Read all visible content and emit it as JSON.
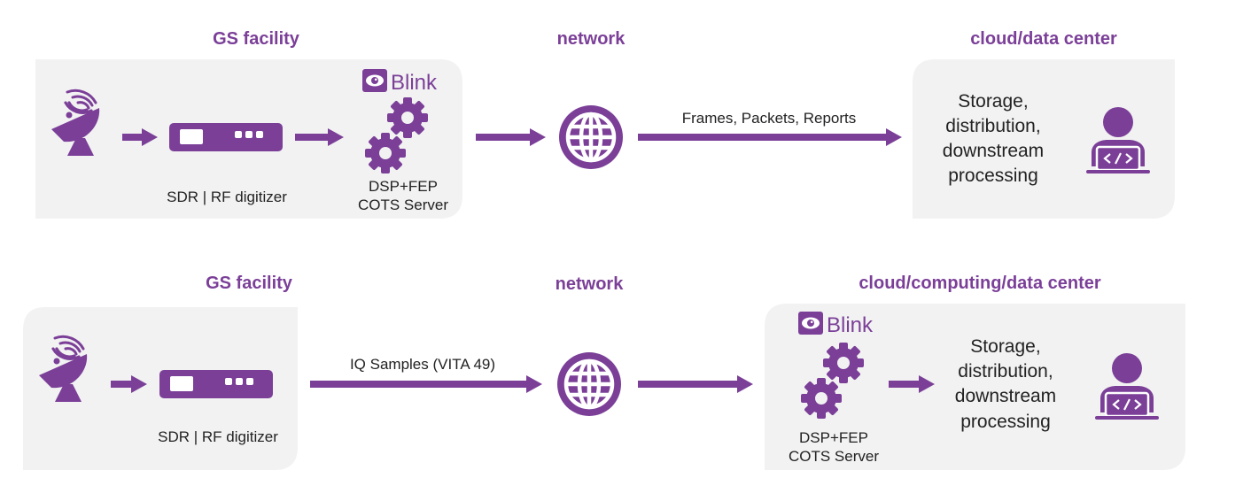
{
  "colors": {
    "accent": "#7b3f98",
    "panel": "#f2f2f2",
    "text": "#222222"
  },
  "row1": {
    "gs_header": "GS facility",
    "network_header": "network",
    "cloud_header": "cloud/data center",
    "sdr_label": "SDR | RF digitizer",
    "blink_brand": "Blink",
    "server_line1": "DSP+FEP",
    "server_line2": "COTS Server",
    "link_label": "Frames, Packets, Reports",
    "storage_lines": [
      "Storage,",
      "distribution,",
      "downstream",
      "processing"
    ]
  },
  "row2": {
    "gs_header": "GS facility",
    "network_header": "network",
    "cloud_header": "cloud/computing/data center",
    "sdr_label": "SDR | RF digitizer",
    "link_label": "IQ Samples (VITA 49)",
    "blink_brand": "Blink",
    "server_line1": "DSP+FEP",
    "server_line2": "COTS Server",
    "storage_lines": [
      "Storage,",
      "distribution,",
      "downstream",
      "processing"
    ]
  },
  "icons": {
    "antenna": "satellite-dish-icon",
    "sdr": "sdr-device-icon",
    "gears": "gears-icon",
    "globe": "globe-icon",
    "user": "developer-user-icon",
    "logo": "blink-logo-icon"
  }
}
